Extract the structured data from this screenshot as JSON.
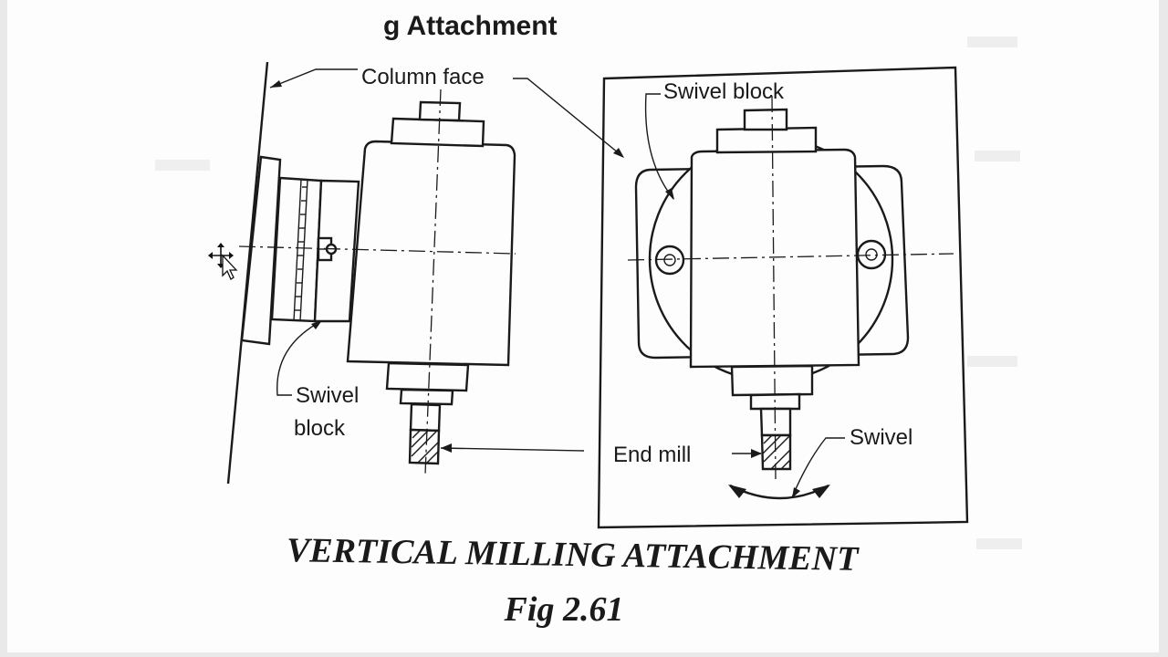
{
  "header_fragment": "g Attachment",
  "labels": {
    "column_face": "Column face",
    "swivel_block_top": "Swivel block",
    "swivel_block_left_1": "Swivel",
    "swivel_block_left_2": "block",
    "end_mill": "End mill",
    "swivel": "Swivel"
  },
  "caption": {
    "title": "VERTICAL MILLING ATTACHMENT",
    "figure": "Fig 2.61"
  },
  "icons": {
    "cursor": "move-cursor-icon"
  }
}
